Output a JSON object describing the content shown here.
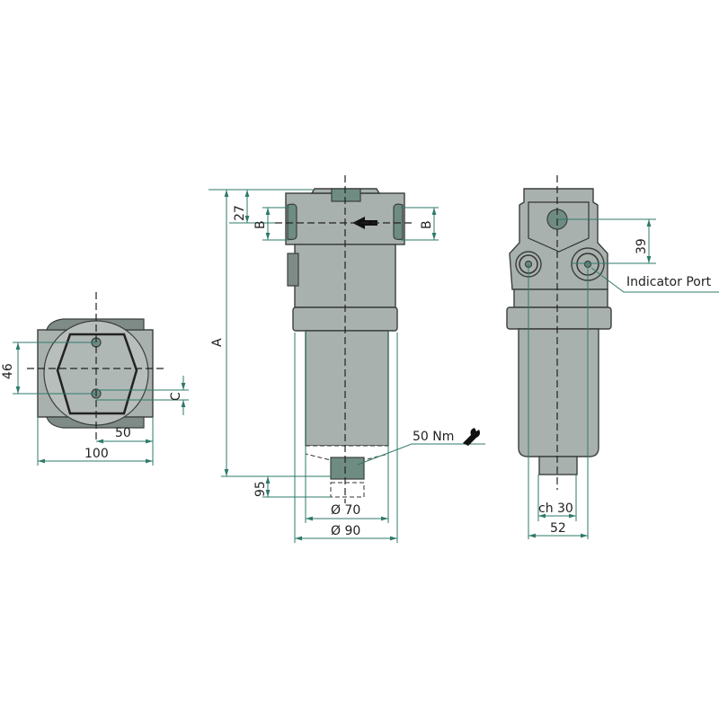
{
  "drawing": {
    "views": [
      "top-view",
      "front-view",
      "side-view"
    ],
    "dimensions": {
      "top_view": {
        "height_46": "46",
        "offset_c": "C",
        "half_width_50": "50",
        "width_100": "100"
      },
      "front_view": {
        "dim_27": "27",
        "port_b_left": "B",
        "port_b_right": "B",
        "overall_a": "A",
        "clearance_95": "95",
        "diameter_70": "Ø 70",
        "diameter_90": "Ø 90",
        "torque": "50 Nm"
      },
      "side_view": {
        "dim_39": "39",
        "indicator_port": "Indicator Port",
        "hex_ch30": "ch 30",
        "width_52": "52"
      }
    },
    "colors": {
      "body": "#a9b1ae",
      "dimension_line": "#2e7a6a"
    }
  }
}
